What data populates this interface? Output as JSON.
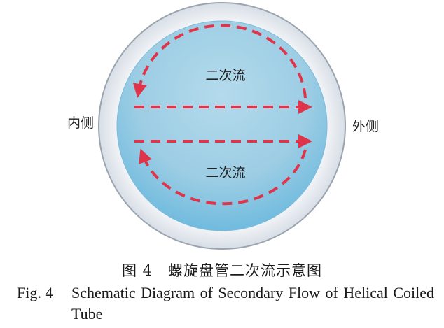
{
  "diagram": {
    "upper_flow_label": "二次流",
    "lower_flow_label": "二次流",
    "inner_side_label": "内侧",
    "outer_side_label": "外侧",
    "colors": {
      "outer_ring": "#dde3ea",
      "outer_ring_stroke": "#8f9aa6",
      "fluid_top": "#4aa7d6",
      "fluid_bottom": "#a7d1e4",
      "arrow": "#e0344a"
    }
  },
  "caption_cn": {
    "figure_number": "图 4",
    "title": "螺旋盘管二次流示意图"
  },
  "caption_en": {
    "figure_number": "Fig. 4",
    "title": "Schematic Diagram of Secondary Flow of Helical Coiled Tube"
  }
}
